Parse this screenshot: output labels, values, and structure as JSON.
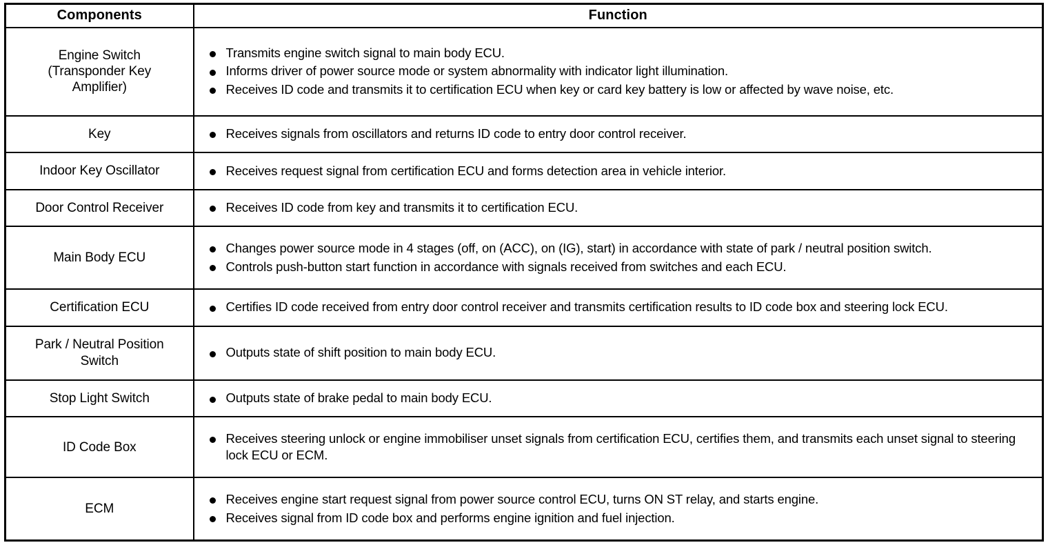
{
  "document": {
    "type": "specification-table",
    "title_visible": false
  },
  "table": {
    "headers": {
      "components": "Components",
      "function": "Function"
    },
    "rows": [
      {
        "component_lines": [
          "Engine Switch",
          "(Transponder Key",
          "Amplifier)"
        ],
        "functions": [
          "Transmits engine switch signal to main body ECU.",
          "Informs driver of power source mode or system abnormality with indicator light illumination.",
          "Receives ID code and transmits it to certification ECU when key or card key battery is low or affected by wave noise, etc."
        ]
      },
      {
        "component_lines": [
          "Key"
        ],
        "functions": [
          "Receives signals from oscillators and returns ID code to entry door control receiver."
        ]
      },
      {
        "component_lines": [
          "Indoor Key Oscillator"
        ],
        "functions": [
          "Receives request signal from certification ECU and forms detection area in vehicle interior."
        ]
      },
      {
        "component_lines": [
          "Door Control Receiver"
        ],
        "functions": [
          "Receives ID code from key and transmits it to certification ECU."
        ]
      },
      {
        "component_lines": [
          "Main Body ECU"
        ],
        "functions": [
          "Changes power source mode in 4 stages (off, on (ACC), on (IG), start) in accordance with state of park / neutral position switch.",
          "Controls push-button start function in accordance with signals received from switches and each ECU."
        ]
      },
      {
        "component_lines": [
          "Certification ECU"
        ],
        "functions": [
          "Certifies ID code received from entry door control receiver and transmits certification results to ID code box and steering lock ECU."
        ]
      },
      {
        "component_lines": [
          "Park / Neutral Position",
          "Switch"
        ],
        "functions": [
          "Outputs state of shift position to main body ECU."
        ]
      },
      {
        "component_lines": [
          "Stop Light Switch"
        ],
        "functions": [
          "Outputs state of brake pedal to main body ECU."
        ]
      },
      {
        "component_lines": [
          "ID Code Box"
        ],
        "functions": [
          "Receives steering unlock or engine immobiliser unset signals from certification ECU, certifies them, and transmits each unset signal to steering lock ECU or ECM."
        ]
      },
      {
        "component_lines": [
          "ECM"
        ],
        "functions": [
          "Receives engine start request signal from power source control ECU, turns ON ST relay, and starts engine.",
          "Receives signal from ID code box and performs engine ignition and fuel injection."
        ]
      }
    ]
  },
  "colors": {
    "text": "#000000",
    "background": "#ffffff",
    "border": "#000000"
  }
}
